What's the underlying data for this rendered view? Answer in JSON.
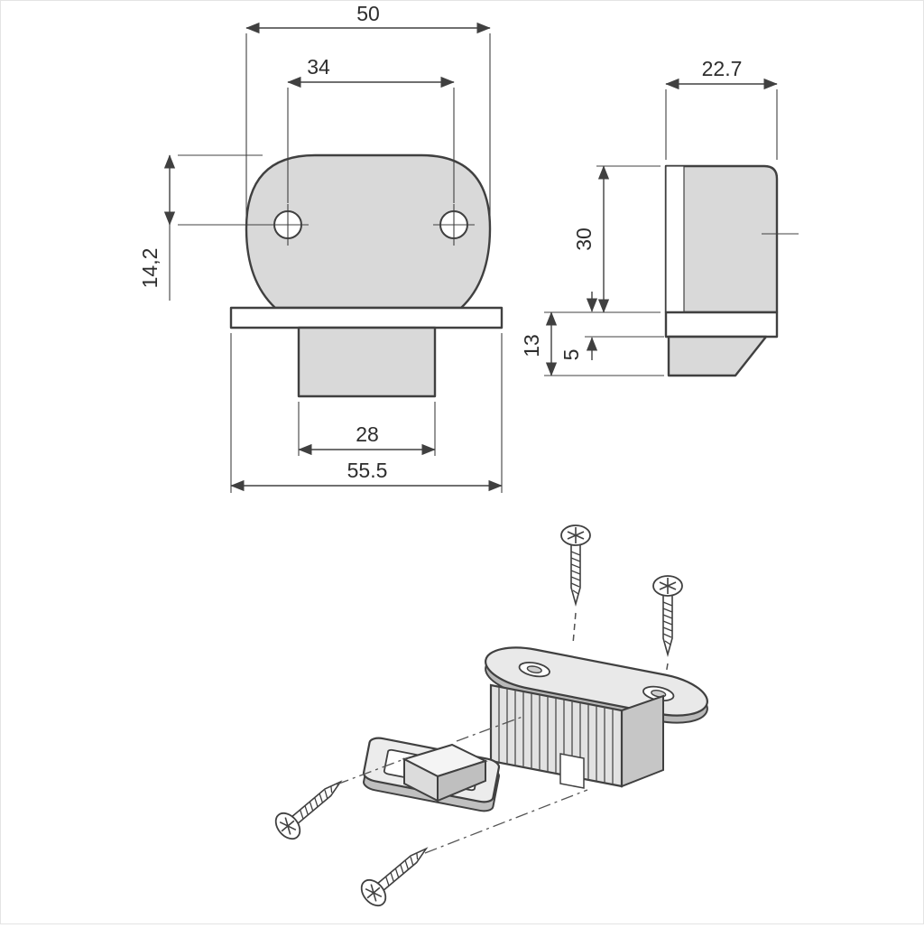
{
  "front_view": {
    "dim_top_width": "50",
    "dim_hole_spacing": "34",
    "dim_hole_offset": "14,2",
    "dim_block_width": "28",
    "dim_overall_width": "55.5"
  },
  "side_view": {
    "dim_depth": "22.7",
    "dim_height": "30",
    "dim_lower_height": "13",
    "dim_flange_thickness": "5"
  },
  "colors": {
    "line": "#404040",
    "part_fill": "#d9d9d9",
    "background": "#ffffff"
  }
}
